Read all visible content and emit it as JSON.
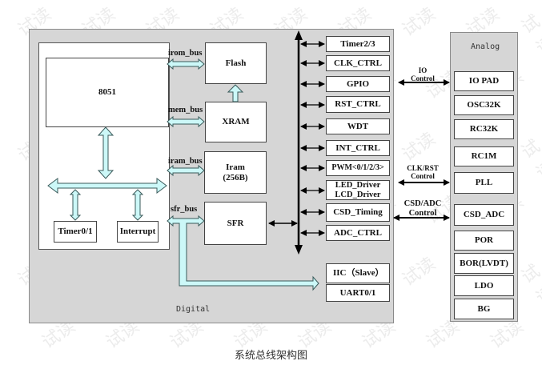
{
  "panels": {
    "digital_label": "Digital",
    "analog_label": "Analog"
  },
  "cpu": {
    "core": "8051",
    "timer": "Timer0/1",
    "interrupt": "Interrupt"
  },
  "buses": {
    "irom": "irom_bus",
    "mem": "mem_bus",
    "iram": "iram_bus",
    "sfr": "sfr_bus"
  },
  "memory": {
    "flash": "Flash",
    "xram": "XRAM",
    "iram_line1": "Iram",
    "iram_line2": "(256B)",
    "sfr": "SFR"
  },
  "peripherals": [
    "Timer2/3",
    "CLK_CTRL",
    "GPIO",
    "RST_CTRL",
    "WDT",
    "INT_CTRL",
    "PWM<0/1/2/3>",
    "LED_Driver\nLCD_Driver",
    "CSD_Timing",
    "ADC_CTRL"
  ],
  "led_driver": "LED_Driver",
  "lcd_driver": "LCD_Driver",
  "serial": {
    "iic": "IIC（Slave）",
    "uart": "UART0/1"
  },
  "controls": {
    "io_line1": "IO",
    "io_line2": "Control",
    "clkrst_line1": "CLK/RST",
    "clkrst_line2": "Control",
    "csdadc_line1": "CSD/ADC",
    "csdadc_line2": "Control"
  },
  "analog": [
    "IO PAD",
    "OSC32K",
    "RC32K",
    "RC1M",
    "PLL",
    "CSD_ADC",
    "POR",
    "BOR(LVDT)",
    "LDO",
    "BG"
  ],
  "caption": "系统总线架构图",
  "watermark": "试读",
  "colors": {
    "bus_fill": "#ccf8f8",
    "bus_stroke": "#3a5a5a",
    "panel_bg": "#d6d6d6"
  }
}
